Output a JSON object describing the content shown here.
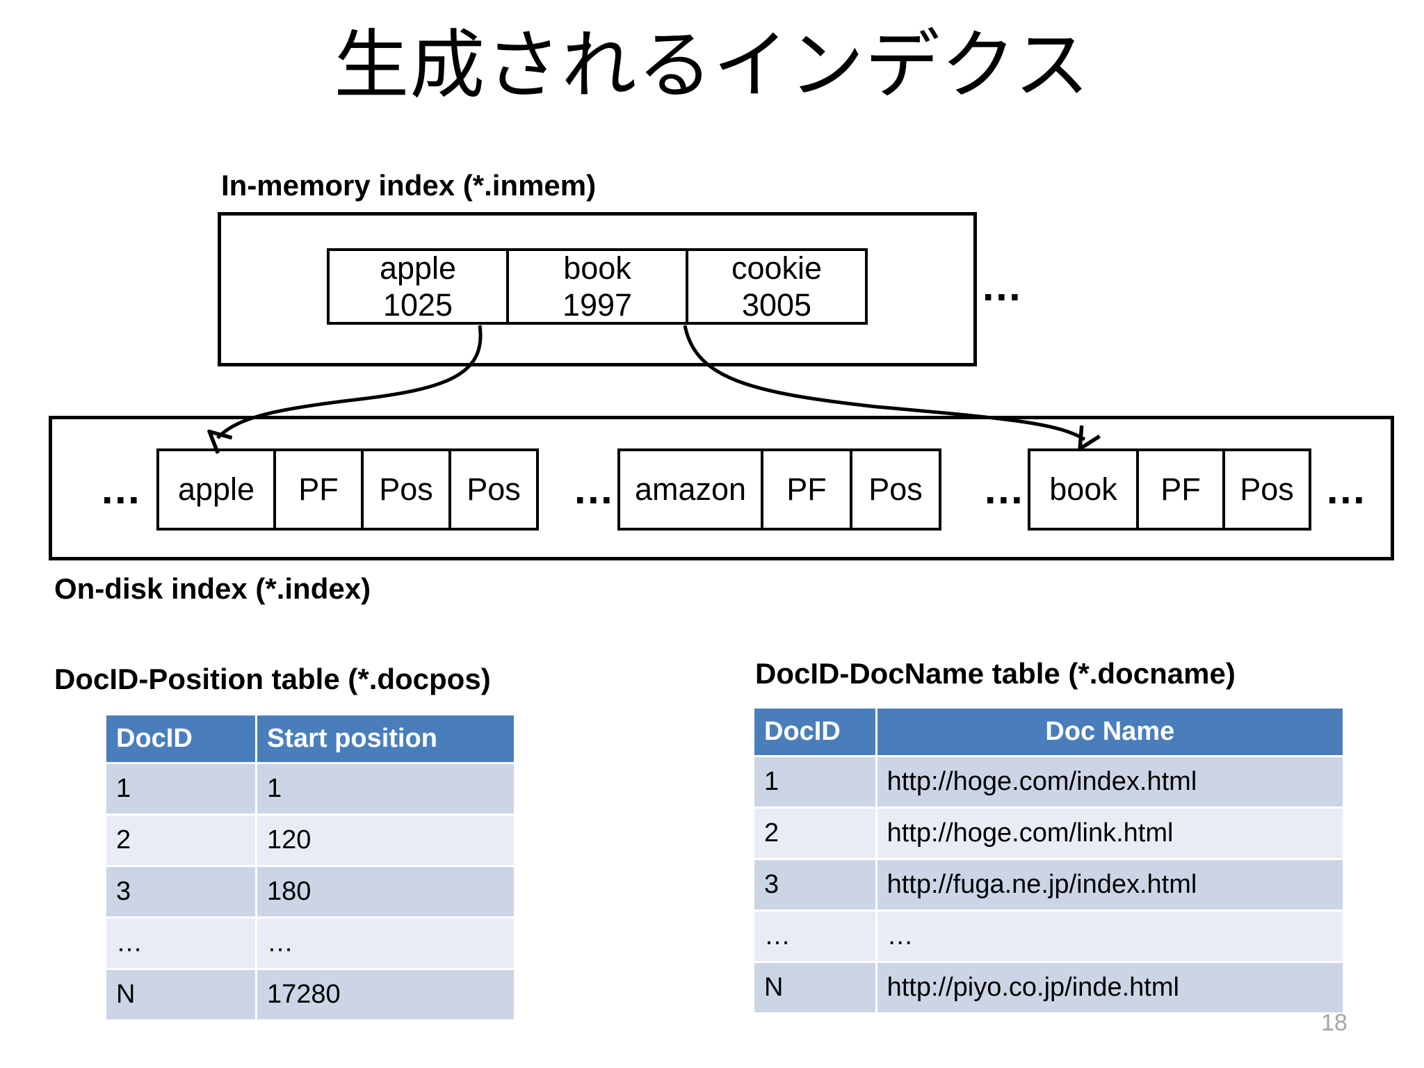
{
  "slide": {
    "title": "生成されるインデクス",
    "page_number": "18"
  },
  "colors": {
    "table_header_bg": "#4a7ebb",
    "table_row_odd_bg": "#ccd5e6",
    "table_row_even_bg": "#e9ecf5",
    "outline": "#000000",
    "page_number": "#a6a6a6"
  },
  "inmemory": {
    "label": "In-memory index (*.inmem)",
    "leading_ellipsis": "…",
    "trailing_ellipsis": "…",
    "entries": [
      {
        "term": "apple",
        "value": "1025"
      },
      {
        "term": "book",
        "value": "1997"
      },
      {
        "term": "cookie",
        "value": "3005"
      }
    ]
  },
  "ondisk": {
    "label": "On-disk index (*.index)",
    "ellipsis": "…",
    "groups": [
      {
        "term": "apple",
        "cells": [
          "PF",
          "Pos",
          "Pos"
        ]
      },
      {
        "term": "amazon",
        "cells": [
          "PF",
          "Pos"
        ]
      },
      {
        "term": "book",
        "cells": [
          "PF",
          "Pos"
        ]
      }
    ]
  },
  "docpos_table": {
    "label": "DocID-Position table (*.docpos)",
    "headers": [
      "DocID",
      "Start position"
    ],
    "rows": [
      [
        "1",
        "1"
      ],
      [
        "2",
        "120"
      ],
      [
        "3",
        "180"
      ],
      [
        "…",
        "…"
      ],
      [
        "N",
        "17280"
      ]
    ]
  },
  "docname_table": {
    "label": "DocID-DocName table (*.docname)",
    "headers": [
      "DocID",
      "Doc Name"
    ],
    "rows": [
      [
        "1",
        "http://hoge.com/index.html"
      ],
      [
        "2",
        "http://hoge.com/link.html"
      ],
      [
        "3",
        "http://fuga.ne.jp/index.html"
      ],
      [
        "…",
        "…"
      ],
      [
        "N",
        "http://piyo.co.jp/inde.html"
      ]
    ]
  }
}
